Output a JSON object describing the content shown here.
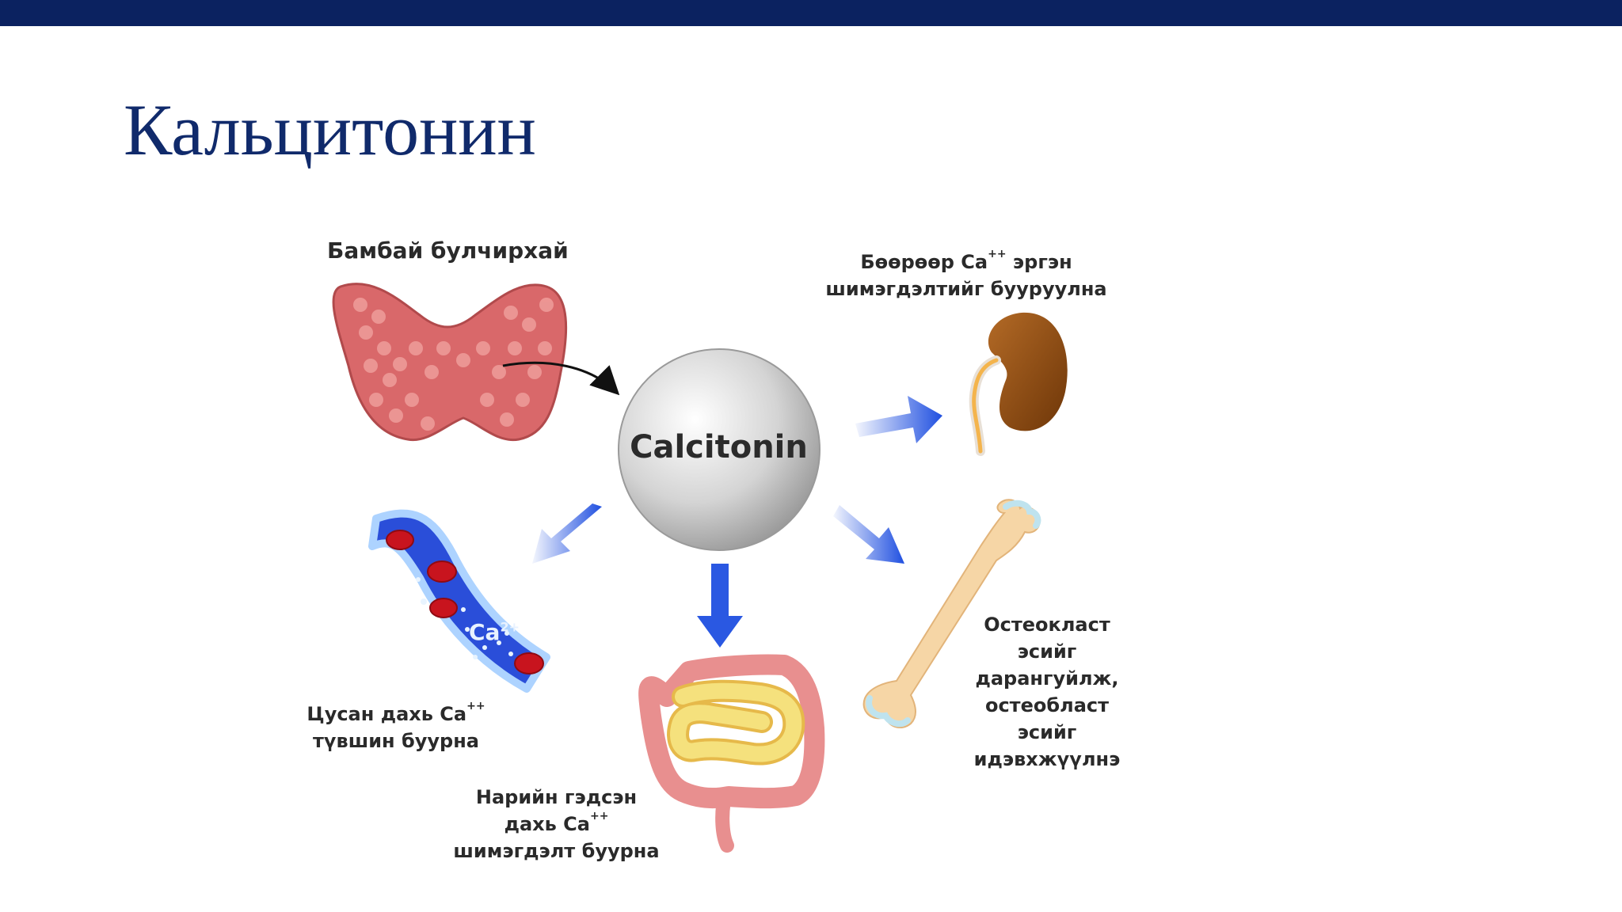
{
  "slide": {
    "title": "Кальцитонин"
  },
  "diagram": {
    "center": "Calcitonin",
    "thyroid": {
      "label": "Бамбай булчирхай"
    },
    "kidney": {
      "line1_a": "Бөөрөөр  Ca",
      "line1_sup": "++",
      "line1_b": " эргэн",
      "line2": "шимэгдэлтийг бууруулна"
    },
    "blood": {
      "ion": "Ca",
      "ion_sup": "2+",
      "line1_a": "Цусан дахь Ca",
      "line1_sup": "++",
      "line2": "түвшин буурна"
    },
    "intestine": {
      "line1": "Нарийн гэдсэн",
      "line2_a": "дахь Ca",
      "line2_sup": "++",
      "line3": "шимэгдэлт буурна"
    },
    "bone": {
      "lines": [
        "Остеокласт",
        "эсийг",
        "дарангуйлж,",
        "остеобласт",
        "эсийг",
        "идэвхжүүлнэ"
      ]
    }
  },
  "colors": {
    "header_bar": "#0b2260",
    "title": "#102a6b",
    "arrow_blue": "#1f4fe0",
    "thyroid": "#d9686a",
    "kidney": "#8a4a12",
    "bone": "#f6d6a6",
    "blood_cell": "#c8141e",
    "intestine_small": "#f1d872",
    "intestine_large": "#e88f8f"
  }
}
